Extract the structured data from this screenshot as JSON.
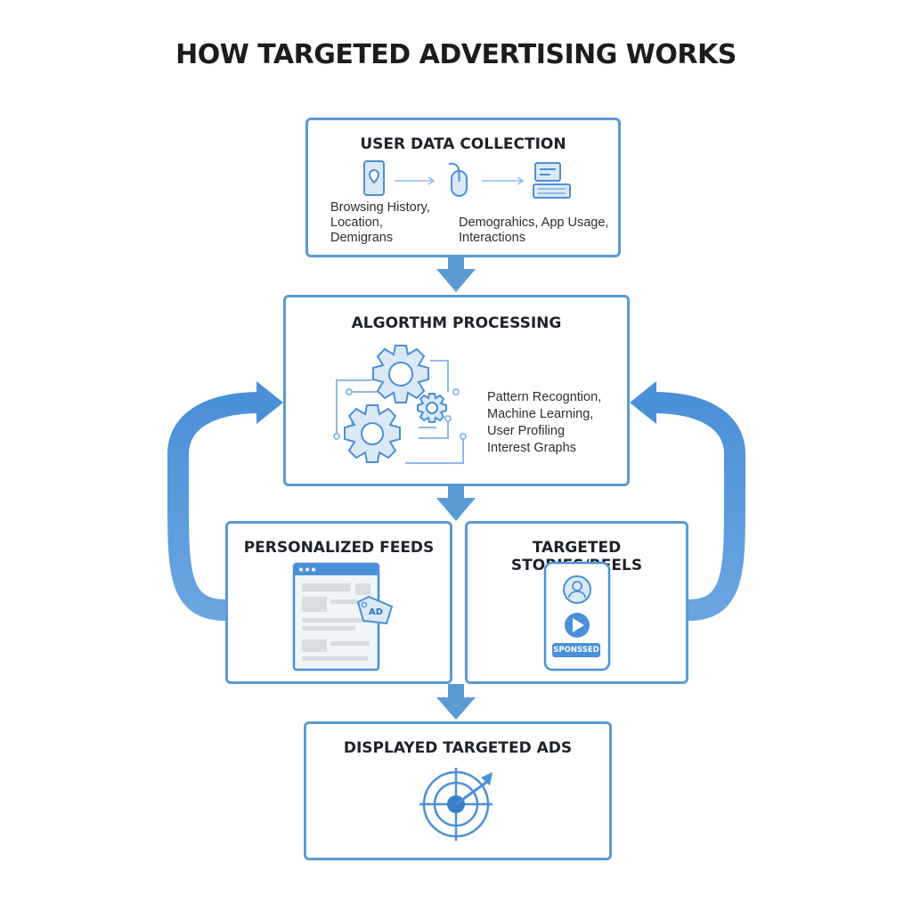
{
  "title": "HOW TARGETED ADVERTISING WORKS",
  "colors": {
    "accent": "#5b9bd5",
    "arrow": "#4a90d9",
    "icon_fill": "#dbe9f7"
  },
  "collection": {
    "title": "USER DATA COLLECTION",
    "left_text": "Browsing History,\nLocation,\nDemigrans",
    "right_text": "Demograhics, App Usage,\nInteractions",
    "icons": [
      "smartphone-location-icon",
      "mouse-icon",
      "keyboard-monitor-icon"
    ]
  },
  "processing": {
    "title": "ALGORTHM PROCESSING",
    "text": "Pattern Recogntion,\nMachine Learning,\nUser Profiling\nInterest Graphs",
    "icons": [
      "gears-circuit-icon"
    ]
  },
  "feeds": {
    "title": "PERSONALIZED FEEDS",
    "ad_tag": "AD",
    "icons": [
      "browser-feed-icon",
      "price-tag-icon"
    ]
  },
  "stories": {
    "title": "TARGETED STORIES/REELS",
    "badge": "SPONSSED",
    "icons": [
      "phone-profile-icon",
      "play-icon"
    ]
  },
  "displayed": {
    "title": "DISPLAYED TARGETED ADS",
    "icons": [
      "target-arrow-icon"
    ]
  }
}
